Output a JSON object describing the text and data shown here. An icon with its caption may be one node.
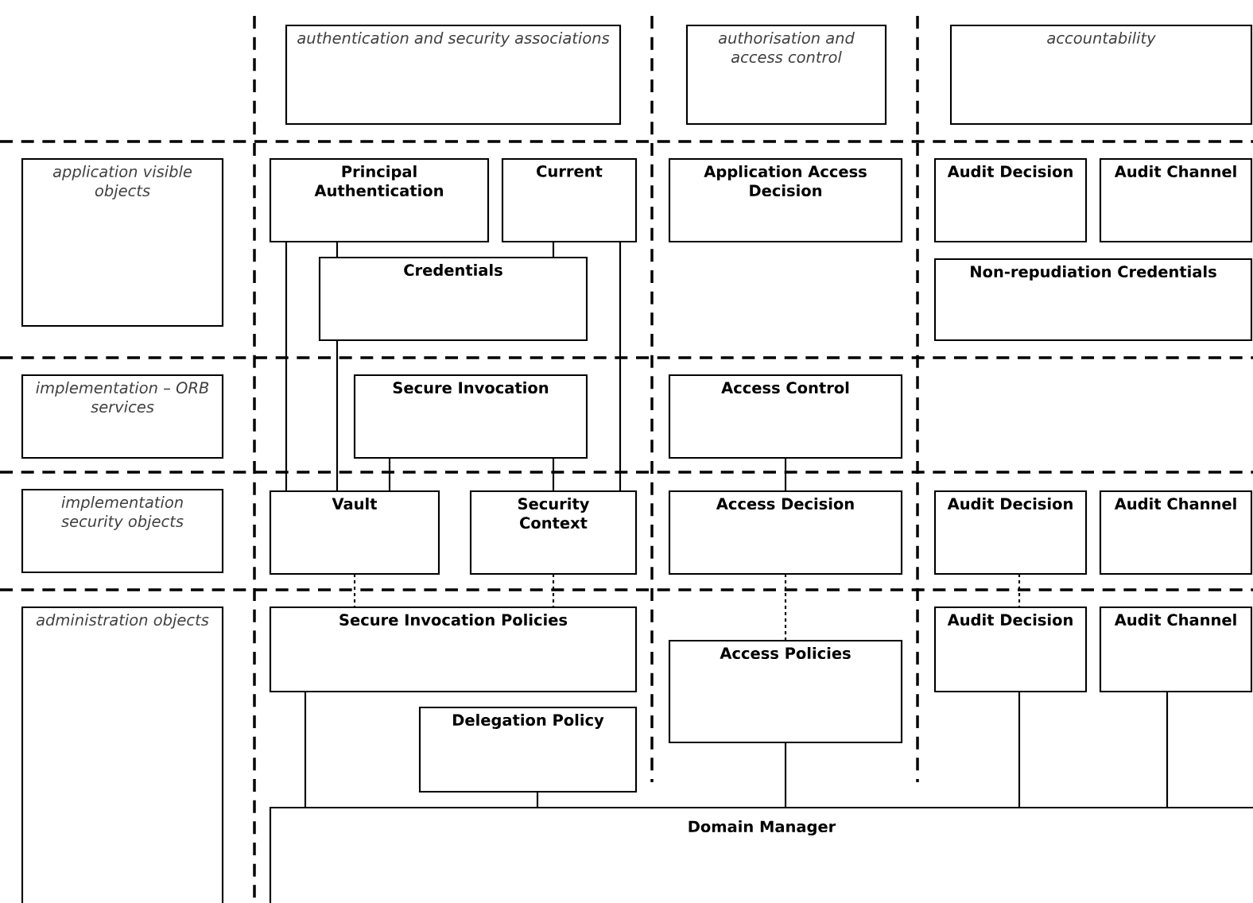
{
  "diagram": {
    "nodes": [
      {
        "text": [
          "authentication and security associations"
        ]
      },
      {
        "text": [
          "authorisation and access control"
        ]
      },
      {
        "text": [
          "accountability"
        ]
      },
      {
        "text": [
          "application visible objects"
        ]
      },
      {
        "text": [
          "implementation – ORB services"
        ]
      },
      {
        "text": [
          "implementation security objects"
        ]
      },
      {
        "text": [
          "administration objects"
        ]
      },
      {
        "text": [
          "Principal Authentication"
        ]
      },
      {
        "text": [
          "Current"
        ]
      },
      {
        "text": [
          "Credentials"
        ]
      },
      {
        "text": [
          "Application Access Decision"
        ]
      },
      {
        "text": [
          "Audit Decision"
        ]
      },
      {
        "text": [
          "Audit Channel"
        ]
      },
      {
        "text": [
          "Non-repudiation Credentials"
        ]
      },
      {
        "text": [
          "Secure Invocation"
        ]
      },
      {
        "text": [
          "Access Control"
        ]
      },
      {
        "text": [
          "Vault"
        ]
      },
      {
        "text": [
          "Security Context"
        ]
      },
      {
        "text": [
          "Access Decision"
        ]
      },
      {
        "text": [
          "Audit Decision"
        ]
      },
      {
        "text": [
          "Audit Channel"
        ]
      },
      {
        "text": [
          "Secure Invocation Policies"
        ]
      },
      {
        "text": [
          "Access Policies"
        ]
      },
      {
        "text": [
          "Audit Decision"
        ]
      },
      {
        "text": [
          "Audit Channel"
        ]
      },
      {
        "text": [
          "Delegation Policy"
        ]
      },
      {
        "text": [
          "Domain Manager"
        ]
      }
    ],
    "edges": [
      {
        "from": 7,
        "to": 16,
        "arrow": "none"
      },
      {
        "from": 7,
        "to": 9,
        "arrow": "none"
      },
      {
        "from": 9,
        "to": 16,
        "arrow": "none"
      },
      {
        "from": 8,
        "to": 9,
        "arrow": "none"
      },
      {
        "from": 8,
        "to": 17,
        "arrow": "none"
      },
      {
        "from": 14,
        "to": 16,
        "arrow": "none"
      },
      {
        "from": 14,
        "to": 17,
        "arrow": "none"
      },
      {
        "from": 15,
        "to": 18,
        "arrow": "none"
      },
      {
        "from": 16,
        "to": 21,
        "arrow": "none",
        "style": "dashed"
      },
      {
        "from": 17,
        "to": 21,
        "arrow": "none",
        "style": "dashed"
      },
      {
        "from": 18,
        "to": 22,
        "arrow": "none",
        "style": "dashed"
      },
      {
        "from": 19,
        "to": 23,
        "arrow": "none",
        "style": "dashed"
      },
      {
        "from": 21,
        "to": 26,
        "arrow": "none"
      },
      {
        "from": 25,
        "to": 26,
        "arrow": "none"
      },
      {
        "from": 22,
        "to": 26,
        "arrow": "none"
      },
      {
        "from": 23,
        "to": 26,
        "arrow": "none"
      },
      {
        "from": 24,
        "to": 26,
        "arrow": "none"
      }
    ]
  }
}
